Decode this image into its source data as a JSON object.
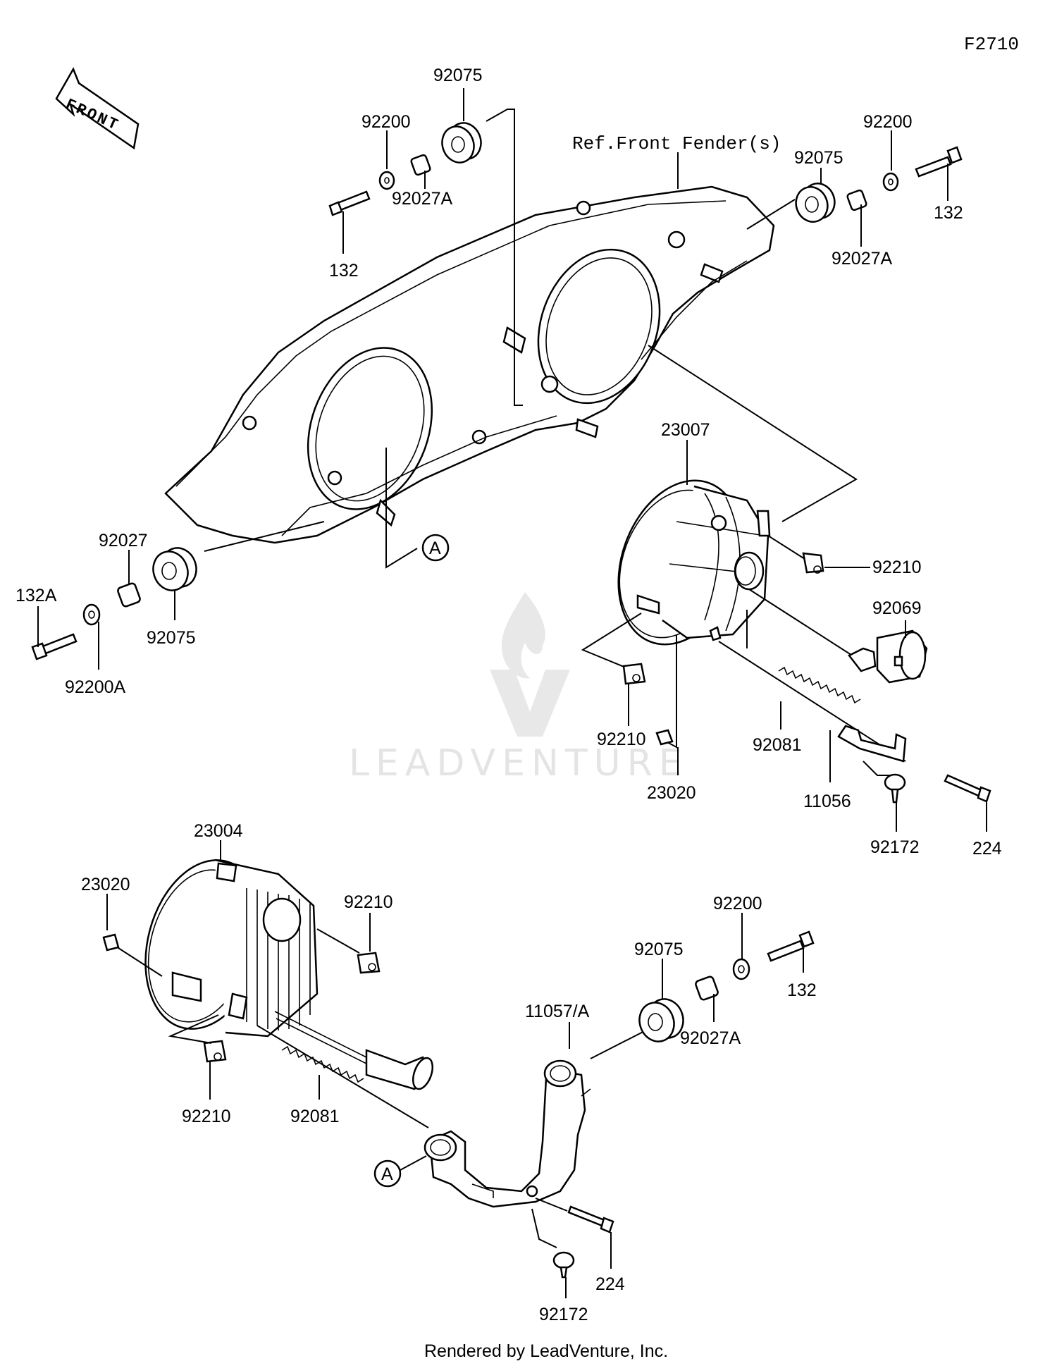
{
  "figure_code": "F2710",
  "direction_arrow": "FRONT",
  "reference_note": "Ref.Front Fender(s)",
  "watermark": {
    "text": "LEADVENTURE",
    "icon": "flame-v-logo-icon"
  },
  "footer": "Rendered by LeadVenture, Inc.",
  "callouts": {
    "a1": "A",
    "a2": "A"
  },
  "labels": {
    "p92075_top": "92075",
    "p92200_top_left": "92200",
    "p92027A_top_left": "92027A",
    "p132_top_left": "132",
    "p92200_top_right": "92200",
    "p92075_top_right": "92075",
    "p132_top_right": "132",
    "p92027A_top_right": "92027A",
    "p23007": "23007",
    "p92210_mid_right": "92210",
    "p92069": "92069",
    "p92027_left": "92027",
    "p132A": "132A",
    "p92075_left": "92075",
    "p92200A": "92200A",
    "p92210_mid": "92210",
    "p92081_mid": "92081",
    "p23020_mid": "23020",
    "p11056": "11056",
    "p92172_mid": "92172",
    "p224_mid": "224",
    "p23004": "23004",
    "p23020_low": "23020",
    "p92210_low_top": "92210",
    "p92200_low": "92200",
    "p92075_low": "92075",
    "p132_low": "132",
    "p11057A": "11057/A",
    "p92027A_low": "92027A",
    "p92210_low_left": "92210",
    "p92081_low": "92081",
    "p224_low": "224",
    "p92172_low": "92172"
  }
}
